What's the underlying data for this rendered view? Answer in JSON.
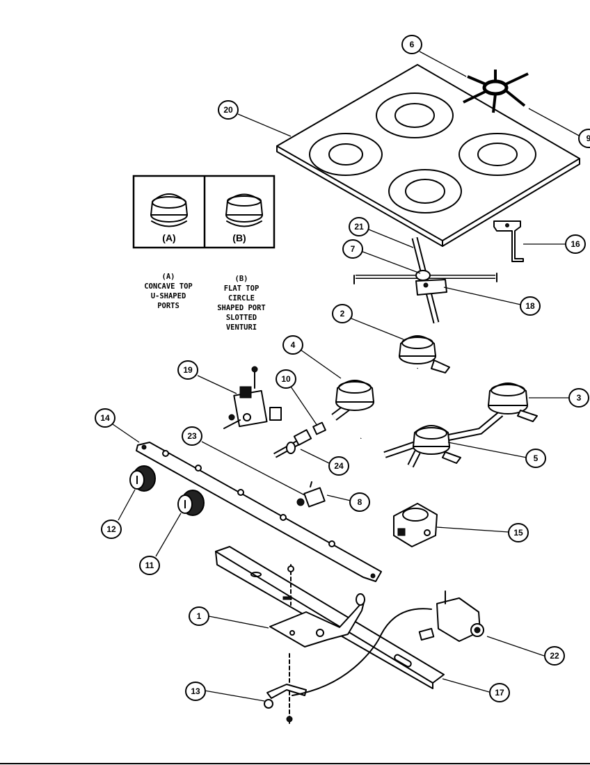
{
  "inset": {
    "panel_a_label": "(A)",
    "panel_b_label": "(B)"
  },
  "notes": {
    "a": [
      "(A)",
      "CONCAVE TOP",
      "U-SHAPED",
      "PORTS"
    ],
    "b": [
      "(B)",
      "FLAT TOP",
      "CIRCLE",
      "SHAPED PORT",
      "SLOTTED",
      "VENTURI"
    ]
  },
  "callouts": {
    "c1": "1",
    "c2": "2",
    "c3": "3",
    "c4": "4",
    "c5": "5",
    "c6": "6",
    "c7": "7",
    "c8": "8",
    "c9": "9",
    "c10": "10",
    "c11": "11",
    "c12": "12",
    "c13": "13",
    "c14": "14",
    "c15": "15",
    "c16": "16",
    "c17": "17",
    "c18": "18",
    "c19": "19",
    "c20": "20",
    "c21": "21",
    "c22": "22",
    "c23": "23",
    "c24": "24"
  }
}
